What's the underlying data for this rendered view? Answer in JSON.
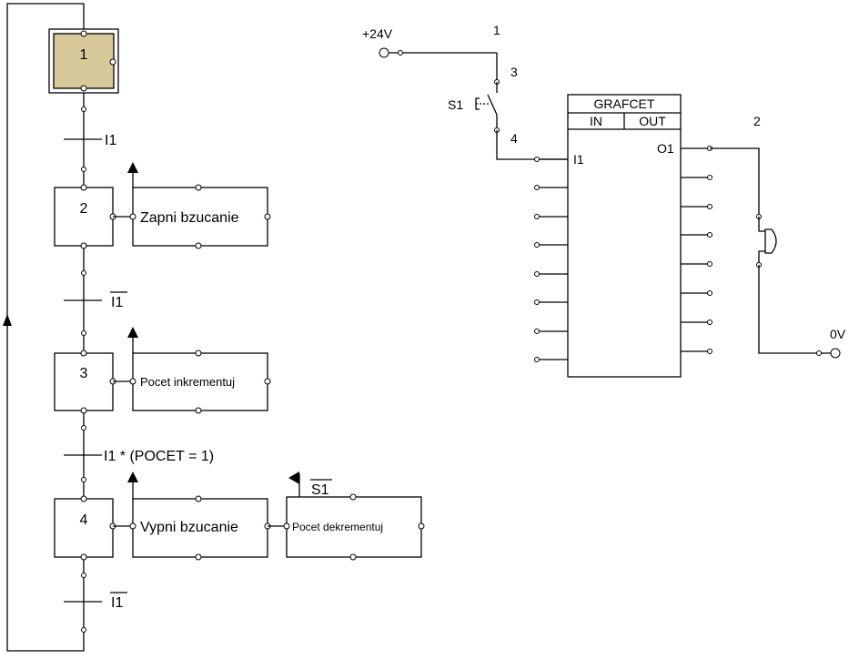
{
  "grafcet": {
    "steps": [
      {
        "number": "1",
        "initial": true,
        "active": true,
        "fill": "#d8c99a"
      },
      {
        "number": "2",
        "initial": false,
        "active": false
      },
      {
        "number": "3",
        "initial": false,
        "active": false
      },
      {
        "number": "4",
        "initial": false,
        "active": false
      }
    ],
    "transitions": [
      {
        "condition": "I1",
        "negated": false
      },
      {
        "condition": "I1",
        "negated": true
      },
      {
        "condition": "I1 * (POCET = 1)",
        "negated": false
      },
      {
        "condition": "I1",
        "negated": true
      }
    ],
    "actions": {
      "step2": "Zapni bzucanie",
      "step3": "Pocet inkrementuj",
      "step4a": "Vypni bzucanie",
      "step4b": "Pocet dekrementuj"
    },
    "action_condition": {
      "label": "S1",
      "negated": true
    }
  },
  "circuit": {
    "supply_positive": "+24V",
    "supply_ground": "0V",
    "wire_labels": {
      "n1": "1",
      "n2": "2",
      "n3": "3",
      "n4": "4"
    },
    "switch_label": "S1",
    "block": {
      "title": "GRAFCET",
      "in_header": "IN",
      "out_header": "OUT",
      "input_label": "I1",
      "output_label": "O1"
    }
  }
}
